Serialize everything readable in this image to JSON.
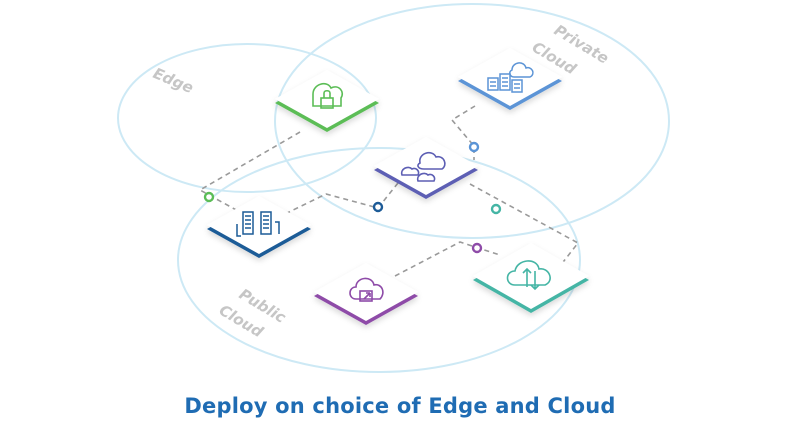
{
  "diagram": {
    "regions": [
      {
        "id": "edge",
        "label": "Edge"
      },
      {
        "id": "private-cloud",
        "label_line1": "Private",
        "label_line2": "Cloud"
      },
      {
        "id": "public-cloud",
        "label_line1": "Public",
        "label_line2": "Cloud"
      }
    ],
    "tiles": [
      {
        "id": "edge-lock",
        "icon": "cloud-lock-icon",
        "color": "#5bbd57"
      },
      {
        "id": "private-datacenter",
        "icon": "cloud-datacenter-icon",
        "color": "#5b94d6"
      },
      {
        "id": "central-cloud",
        "icon": "clouds-icon",
        "color": "#5d5fb4"
      },
      {
        "id": "public-servers",
        "icon": "server-sync-icon",
        "color": "#1d5b97"
      },
      {
        "id": "public-upload",
        "icon": "cloud-upload-icon",
        "color": "#8e4ba8"
      },
      {
        "id": "public-sync",
        "icon": "cloud-sync-icon",
        "color": "#45b5a5"
      }
    ],
    "connector_color": "#9a9a9a",
    "region_color": "#cde9f5"
  },
  "caption": "Deploy on choice of Edge and Cloud"
}
